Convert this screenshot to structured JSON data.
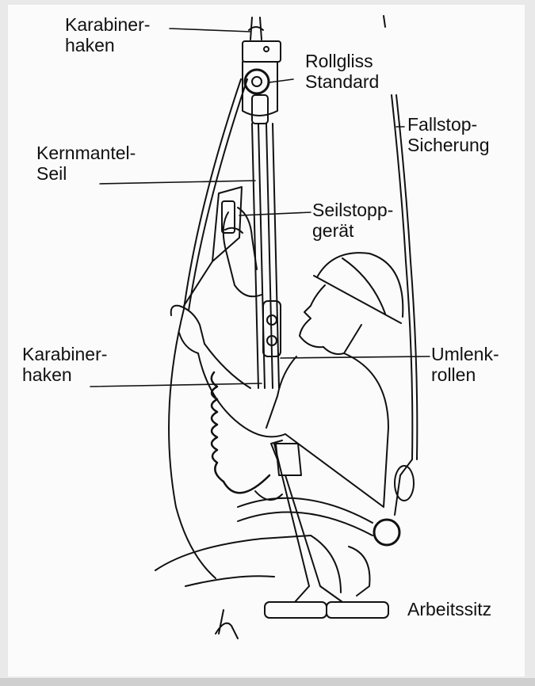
{
  "labels": {
    "karabiner_top": {
      "line1": "Karabiner-",
      "line2": "haken"
    },
    "rollgliss": {
      "line1": "Rollgliss",
      "line2": "Standard"
    },
    "fallstop": {
      "line1": "Fallstop-",
      "line2": "Sicherung"
    },
    "kernmantel": {
      "line1": "Kernmantel-",
      "line2": "Seil"
    },
    "seilstopp": {
      "line1": "Seilstopp-",
      "line2": "gerät"
    },
    "karabiner_mid": {
      "line1": "Karabiner-",
      "line2": "haken"
    },
    "umlenk": {
      "line1": "Umlenk-",
      "line2": "rollen"
    },
    "arbeitssitz": {
      "line1": "Arbeitssitz"
    }
  }
}
